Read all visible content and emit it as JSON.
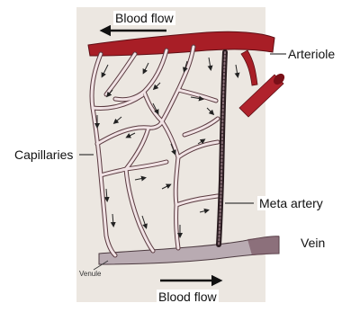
{
  "labels": {
    "blood_flow_top": "Blood flow",
    "blood_flow_bottom": "Blood flow",
    "arteriole": "Arteriole",
    "capillaries": "Capillaries",
    "meta_artery": "Meta artery",
    "vein": "Vein",
    "venule": "Venule"
  },
  "colors": {
    "paper": "#ece7e1",
    "arteriole": "#a81e26",
    "capillary_fill": "#f1e3e5",
    "capillary_outline": "#5a3a40",
    "meta_artery": "#2a1c20",
    "vein": "#9a8a92",
    "arrow": "#111111"
  }
}
